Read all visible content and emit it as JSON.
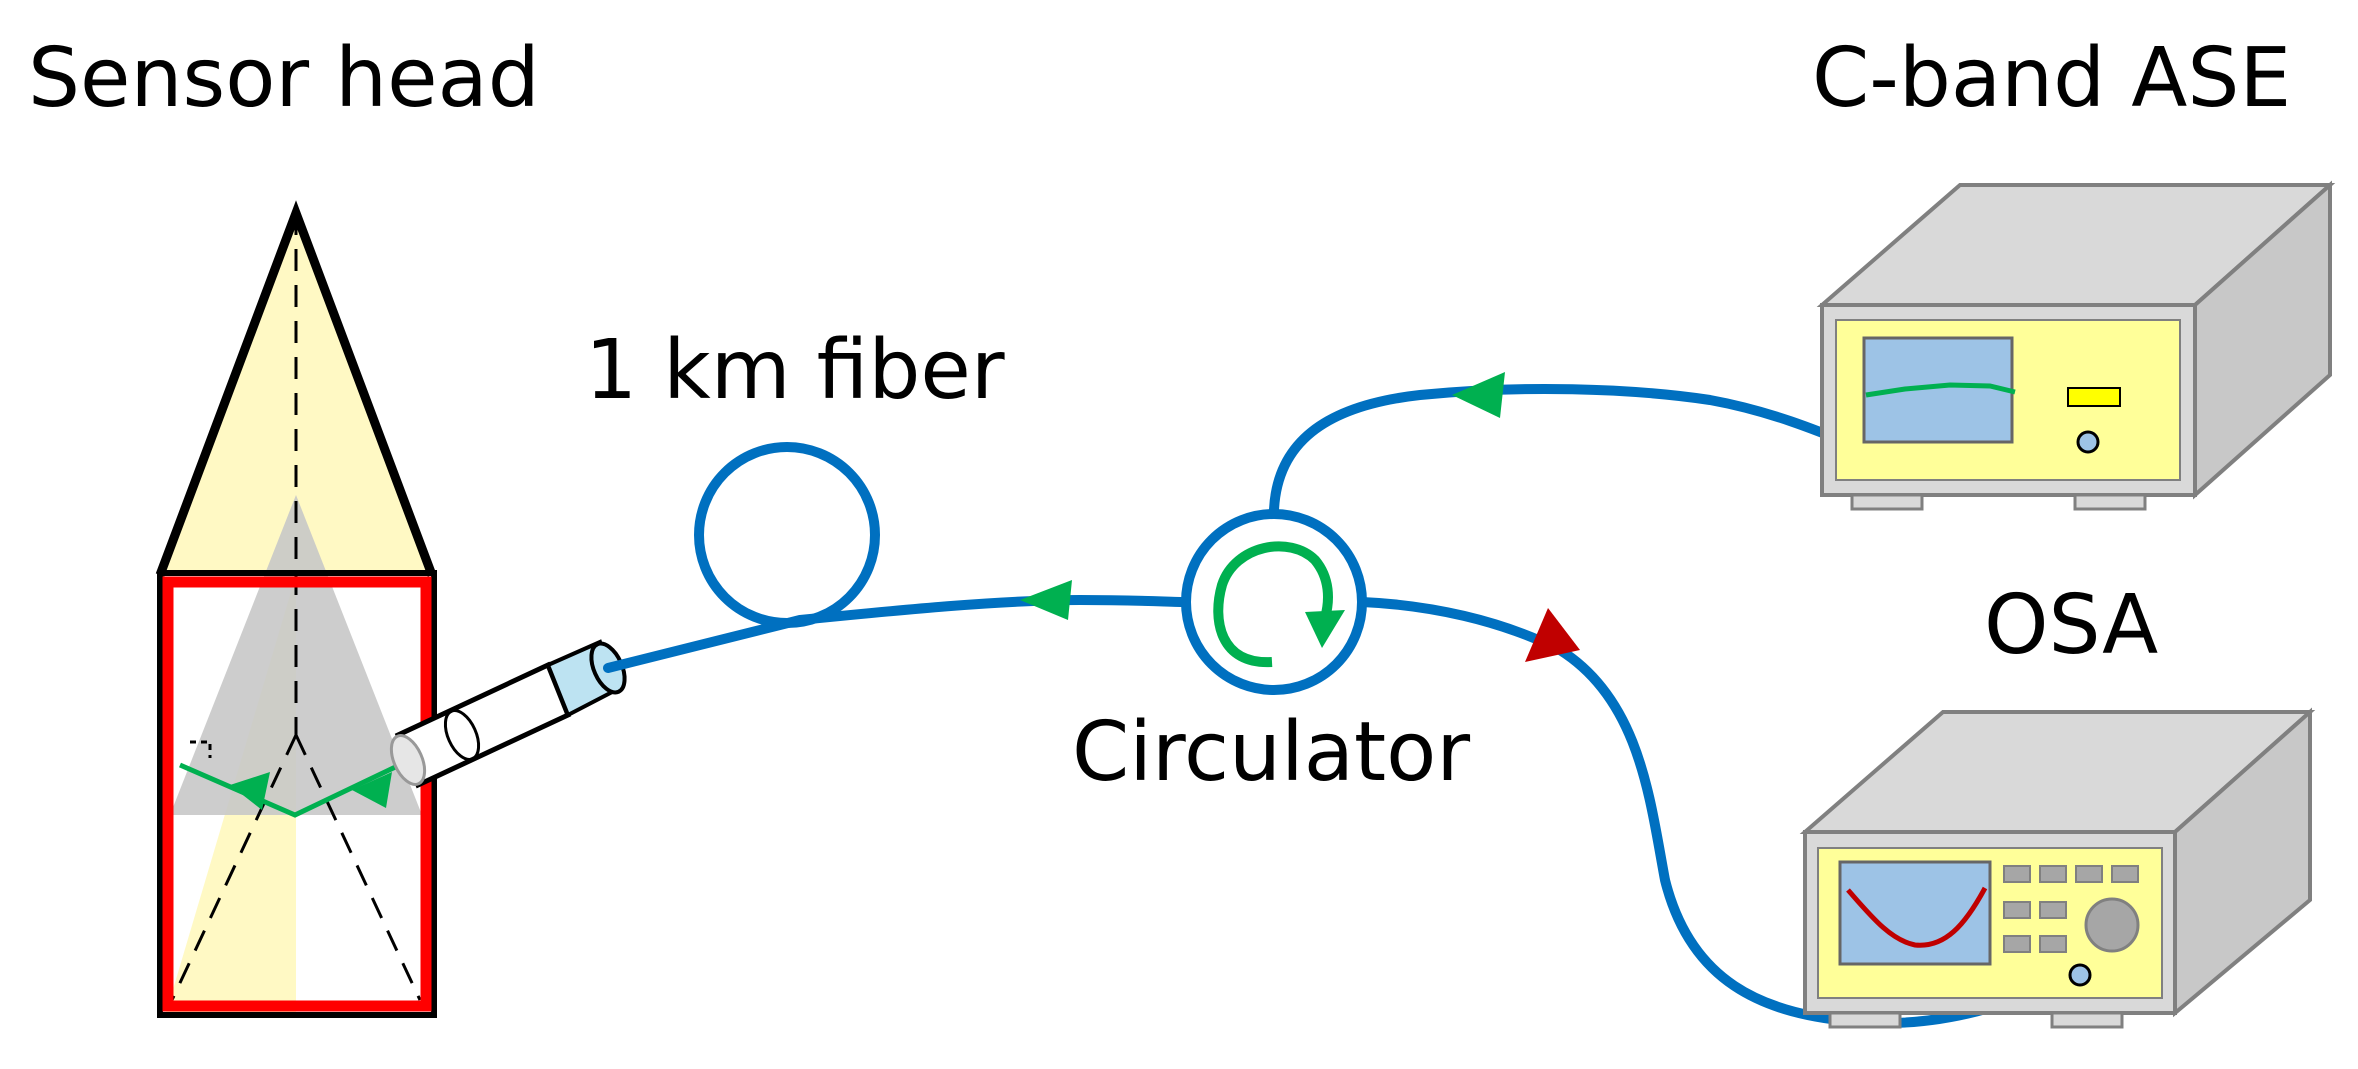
{
  "labels": {
    "sensor_head": "Sensor head",
    "fiber": "1 km fiber",
    "circulator": "Circulator",
    "ase_source": "C-band ASE",
    "osa": "OSA"
  },
  "colors": {
    "fiber": "#0070c0",
    "light_path": "#00b050",
    "return_arrow": "#c00000",
    "frame": "#ff0000",
    "prism_fill": "#fff9c4",
    "inner_cone": "#c8c8c8",
    "device_body": "#d9d9d9",
    "device_panel": "#ffff99",
    "screen": "#9dc3e6",
    "indicator": "#ffff00"
  },
  "icons": {
    "sensor_head": "pyramid-sensor-icon",
    "fiber_coil": "fiber-coil-icon",
    "circulator": "circulator-icon",
    "ase_source": "ase-source-device-icon",
    "osa": "spectrum-analyzer-device-icon"
  }
}
